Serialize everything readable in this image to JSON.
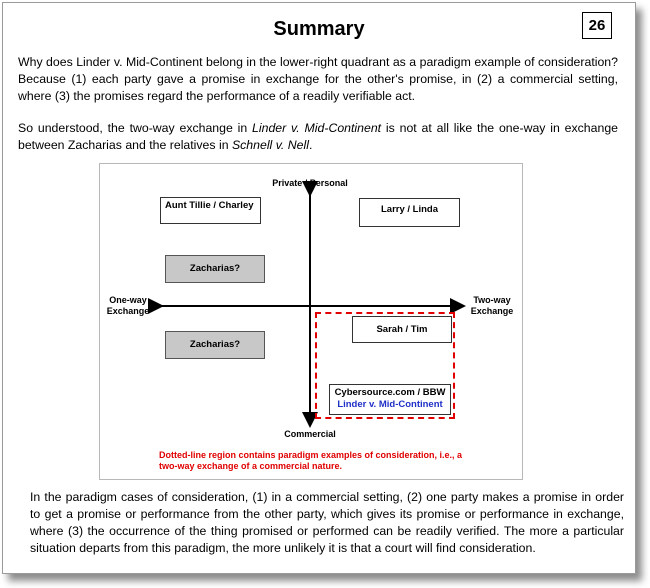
{
  "title": "Summary",
  "page_number": "26",
  "paragraph1": "Why does Linder v. Mid-Continent belong in the lower-right quadrant as a paradigm example of consideration? Because (1) each party gave a promise in exchange for the other's promise, in (2) a commercial setting, where (3) the promises regard the performance of a readily verifiable act.",
  "paragraph2": {
    "before_case1": "So understood, the two-way exchange in ",
    "case1": "Linder v. Mid-Continent",
    "between": " is not at all like the one-way in exchange between Zacharias and the relatives in ",
    "case2": "Schnell v. Nell",
    "after": "."
  },
  "diagram": {
    "axis_top": "Private / Personal",
    "axis_bottom": "Commercial",
    "axis_left_line1": "One-way",
    "axis_left_line2": "Exchange",
    "axis_right_line1": "Two-way",
    "axis_right_line2": "Exchange",
    "box_aunt": "Aunt Tillie / Charley",
    "box_larry": "Larry / Linda",
    "box_zacharias_upper": "Zacharias?",
    "box_zacharias_lower": "Zacharias?",
    "box_sarah": "Sarah / Tim",
    "box_cyber_line1": "Cybersource.com / BBW",
    "box_cyber_line2": "Linder v. Mid-Continent",
    "note_line1": "Dotted-line region contains paradigm examples of consideration, i.e., a",
    "note_line2": "two-way exchange of a commercial nature.",
    "colors": {
      "dashed_region": "#e00000",
      "note_text": "#e00000",
      "linder_text": "#1f2fc7",
      "grey_box": "#c8c8c8"
    }
  },
  "paragraph3": "In the paradigm cases of consideration, (1) in a commercial setting, (2) one party makes a promise in order to get a promise or performance from the other party, which gives its promise or performance in exchange, where (3) the occurrence of the thing promised or performed can be readily verified. The more a particular situation departs from this paradigm, the more unlikely it is that a court will find consideration."
}
